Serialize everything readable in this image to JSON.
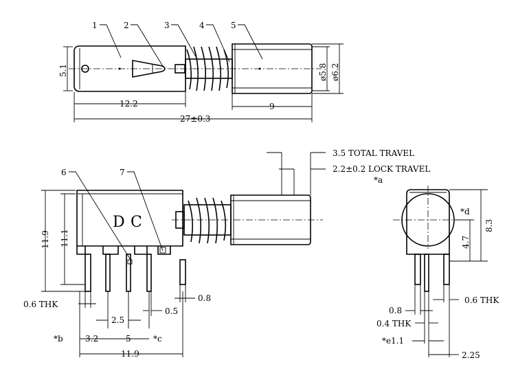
{
  "parts": [
    "1",
    "2",
    "3",
    "4",
    "5",
    "6",
    "7"
  ],
  "body_marking": {
    "d": "D",
    "c": "C"
  },
  "top_view": {
    "dim_width": "5.1",
    "dim_body_len": "12.2",
    "dim_cap_len": "9",
    "dim_total_len": "27±0.3",
    "dim_cap_dia_a": "ø5.8",
    "dim_cap_dia_b": "ø6.2"
  },
  "side_view": {
    "total_travel": "3.5 TOTAL TRAVEL",
    "lock_travel": "2.2±0.2 LOCK TRAVEL",
    "note_a": "*a",
    "dim_height_outer": "11.9",
    "dim_height_inner": "11.1",
    "dim_pin_thk": "0.6 THK",
    "dim_pin_w": "0.8",
    "dim_pitch_a": "2.5",
    "dim_pitch_b": "0.5",
    "dim_b_val": "3.2",
    "dim_c_val": "5",
    "note_b": "*b",
    "note_c": "*c",
    "dim_base_w": "11.9"
  },
  "end_view": {
    "note_d": "*d",
    "dim_4_7": "4.7",
    "dim_8_3": "8.3",
    "dim_0_8": "0.8",
    "dim_0_6": "0.6 THK",
    "dim_0_4": "0.4 THK",
    "dim_1_1": "*e1.1",
    "dim_2_25": "2.25"
  }
}
